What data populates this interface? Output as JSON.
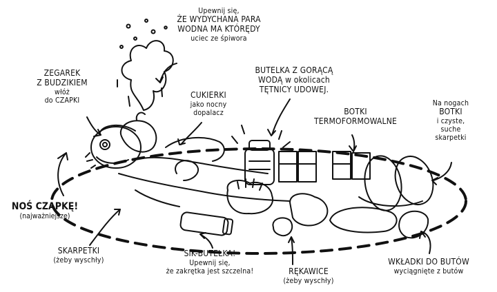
{
  "labels": {
    "steam": [
      "Upewnij się,",
      "ŻE WYDYCHANA PARA",
      "WODNA MA KTÓRĘDY",
      "uciec ze śpiwora"
    ],
    "bottle": [
      "BUTELKA Z GORĄCĄ",
      "WODĄ w okolicach",
      "TĘTNICY UDOWEJ."
    ],
    "watch": [
      "ZEGAREK",
      "Z BUDZIKIEM",
      "włóż",
      "do CZAPKI"
    ],
    "candy": [
      "CUKIERKI",
      "jako nocny",
      "dopalacz"
    ],
    "boots": [
      "BOTKI",
      "TERMOFORMOWALNE"
    ],
    "feet": [
      "Na nogach",
      "BOTKI",
      "i czyste,",
      "suche",
      "skarpetki"
    ],
    "hat": [
      "NOŚ CZAPKĘ!",
      "(najważniejsze)"
    ],
    "socks": [
      "SKARPETKI",
      "(żeby wyschły)"
    ],
    "pee": [
      "SIK-BUTELKA!",
      "Upewnij się,",
      "że zakrętka jest szczelna!"
    ],
    "gloves": [
      "RĘKAWICE",
      "(żeby wyschły)"
    ],
    "insoles": [
      "WKŁADKI DO BUTÓW",
      "wyciągnięte z butów"
    ]
  }
}
